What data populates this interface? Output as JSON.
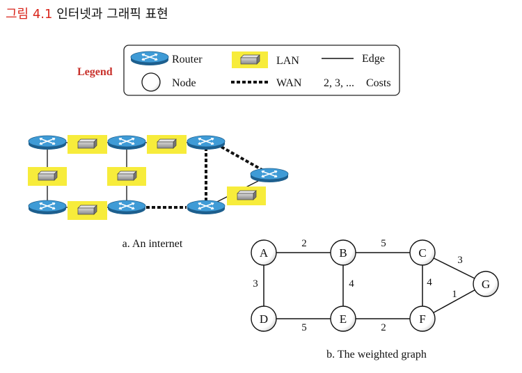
{
  "figure": {
    "number": "그림 4.1",
    "title": "인터넷과 그래픽 표현"
  },
  "legend": {
    "heading": "Legend",
    "router": "Router",
    "node": "Node",
    "lan": "LAN",
    "wan": "WAN",
    "edge": "Edge",
    "costs_values": "2, 3, ...",
    "costs": "Costs"
  },
  "captions": {
    "a": "a. An internet",
    "b": "b. The weighted graph"
  },
  "graph": {
    "nodes": [
      "A",
      "B",
      "C",
      "D",
      "E",
      "F",
      "G"
    ],
    "edges": [
      {
        "from": "A",
        "to": "B",
        "cost": "2"
      },
      {
        "from": "B",
        "to": "C",
        "cost": "5"
      },
      {
        "from": "C",
        "to": "G",
        "cost": "3"
      },
      {
        "from": "A",
        "to": "D",
        "cost": "3"
      },
      {
        "from": "B",
        "to": "E",
        "cost": "4"
      },
      {
        "from": "C",
        "to": "F",
        "cost": "4"
      },
      {
        "from": "F",
        "to": "G",
        "cost": "1"
      },
      {
        "from": "D",
        "to": "E",
        "cost": "5"
      },
      {
        "from": "E",
        "to": "F",
        "cost": "2"
      }
    ]
  },
  "colors": {
    "router_fill": "#3f9bd6",
    "router_rim": "#1d5f8e",
    "lan_fill": "#f7ec3b",
    "title_red": "#d9261c",
    "legend_red": "#c8312b"
  }
}
